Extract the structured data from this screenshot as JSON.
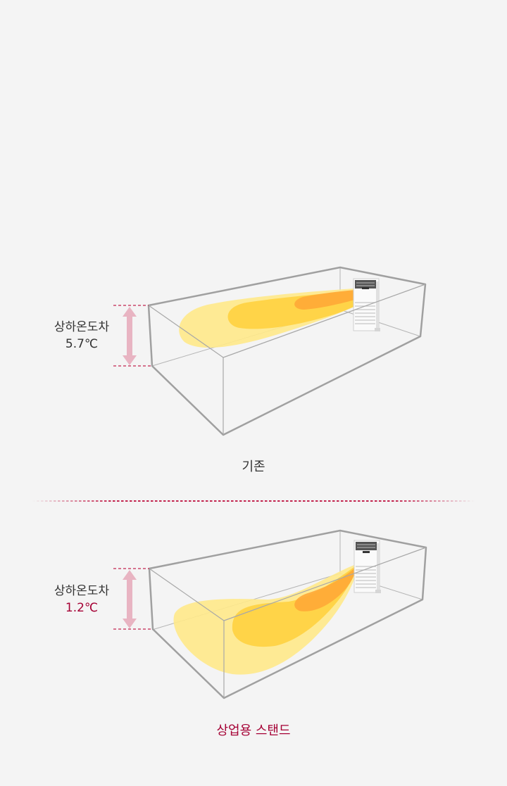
{
  "colors": {
    "background": "#f4f4f4",
    "accent": "#a50034",
    "arrow": "#e8b4c2",
    "room_edge": "#a0a0a0",
    "airflow_outer": "#ffe98a",
    "airflow_mid": "#ffd23f",
    "airflow_inner": "#ffa936"
  },
  "diagrams": [
    {
      "id": "conventional",
      "label_title": "상하온도차",
      "label_value": "5.7℃",
      "caption": "기존",
      "arrow_icon": "double-headed-vertical-arrow"
    },
    {
      "id": "commercial-stand",
      "label_title": "상하온도차",
      "label_value": "1.2℃",
      "caption": "상업용 스탠드",
      "arrow_icon": "double-headed-vertical-arrow"
    }
  ],
  "divider": {
    "style": "dashed",
    "color": "#c2254f"
  }
}
